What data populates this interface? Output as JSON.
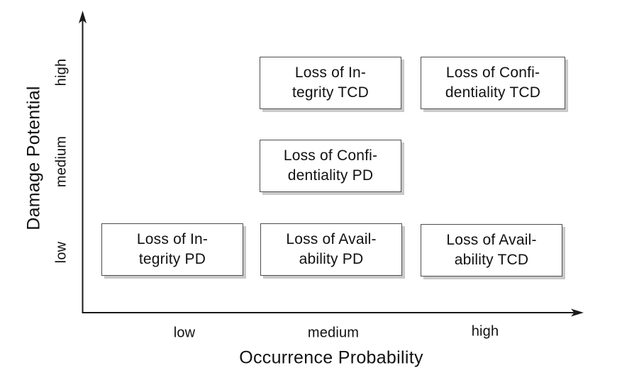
{
  "chart_data": {
    "type": "scatter",
    "title": "",
    "xlabel": "Occurrence Probability",
    "ylabel": "Damage Potential",
    "x_ticks": [
      "low",
      "medium",
      "high"
    ],
    "y_ticks": [
      "low",
      "medium",
      "high"
    ],
    "grid": false,
    "legend": false,
    "points": [
      {
        "x": "medium",
        "y": "high",
        "label": "Loss of Integrity TCD"
      },
      {
        "x": "high",
        "y": "high",
        "label": "Loss of Confidentiality TCD"
      },
      {
        "x": "medium",
        "y": "medium",
        "label": "Loss of Confidentiality PD"
      },
      {
        "x": "low",
        "y": "low",
        "label": "Loss of Integrity PD"
      },
      {
        "x": "medium",
        "y": "low",
        "label": "Loss of Availability PD"
      },
      {
        "x": "high",
        "y": "low",
        "label": "Loss of Availability TCD"
      }
    ]
  },
  "boxes": [
    {
      "label": "Loss of Integrity TCD",
      "line1": "Loss of In-",
      "line2": "tegrity TCD"
    },
    {
      "label": "Loss of Confidentiality TCD",
      "line1": "Loss of Confi-",
      "line2": "dentiality TCD"
    },
    {
      "label": "Loss of Confidentiality PD",
      "line1": "Loss of Confi-",
      "line2": "dentiality PD"
    },
    {
      "label": "Loss of Integrity PD",
      "line1": "Loss of In-",
      "line2": "tegrity PD"
    },
    {
      "label": "Loss of Availability PD",
      "line1": "Loss of Avail-",
      "line2": "ability PD"
    },
    {
      "label": "Loss of Availability TCD",
      "line1": "Loss of Avail-",
      "line2": "ability TCD"
    }
  ],
  "colors": {
    "ink": "#111111",
    "axis": "#1a1a1a",
    "box_border": "#4d4d4d",
    "box_shadow": "#c9c9c9",
    "background": "#ffffff"
  }
}
